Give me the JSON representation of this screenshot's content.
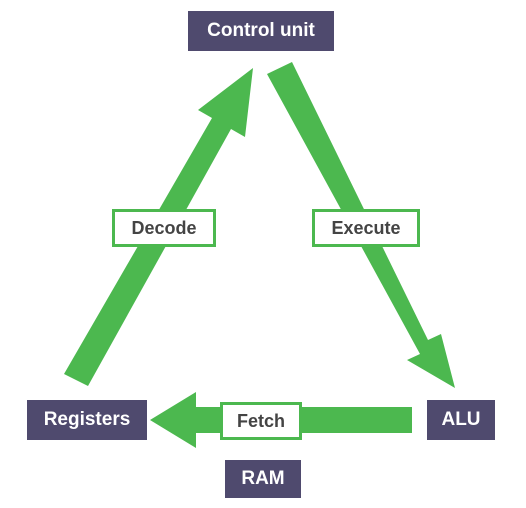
{
  "nodes": {
    "control_unit": "Control unit",
    "registers": "Registers",
    "alu": "ALU",
    "ram": "RAM"
  },
  "labels": {
    "decode": "Decode",
    "execute": "Execute",
    "fetch": "Fetch"
  },
  "colors": {
    "arrow": "#4cb84f",
    "node_fill": "#4f4a6e",
    "label_border": "#4cb84f"
  }
}
